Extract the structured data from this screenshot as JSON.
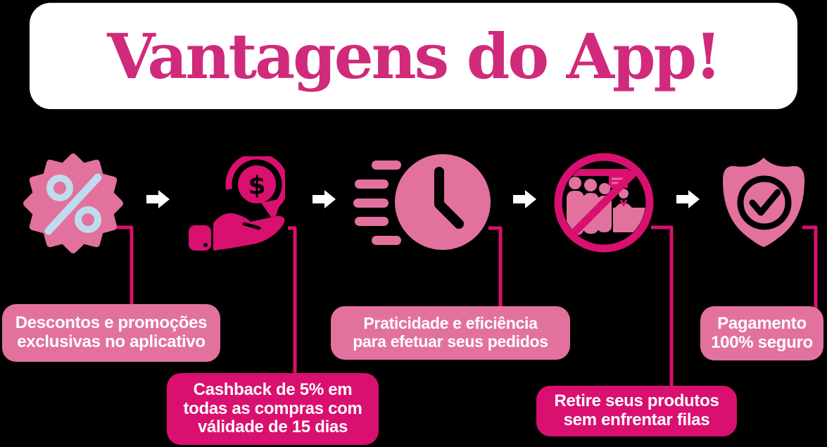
{
  "title": "Vantagens do App!",
  "colors": {
    "background": "#000000",
    "banner": "#ffffff",
    "title": "#d02a7b",
    "magenta": "#d9106f",
    "pink": "#e2719e",
    "lightblue": "#bfdcee",
    "white": "#ffffff"
  },
  "arrow_icon": "right-arrow-icon",
  "steps": [
    {
      "icon": "discount-badge-percent-icon",
      "label_style": "light",
      "label_lines": [
        "Descontos e promoções",
        "exclusivas no aplicativo"
      ]
    },
    {
      "icon": "cashback-hand-coin-icon",
      "label_style": "dark",
      "label_lines": [
        "Cashback de 5% em",
        "todas as compras com",
        "válidade de 15 dias"
      ]
    },
    {
      "icon": "fast-clock-icon",
      "label_style": "light",
      "label_lines": [
        "Praticidade e eficiência",
        "para efetuar seus pedidos"
      ]
    },
    {
      "icon": "no-queue-prohibited-icon",
      "label_style": "dark",
      "label_lines": [
        "Retire seus produtos",
        "sem enfrentar filas"
      ]
    },
    {
      "icon": "secure-shield-check-icon",
      "label_style": "light",
      "label_lines": [
        "Pagamento",
        "100% seguro"
      ]
    }
  ]
}
